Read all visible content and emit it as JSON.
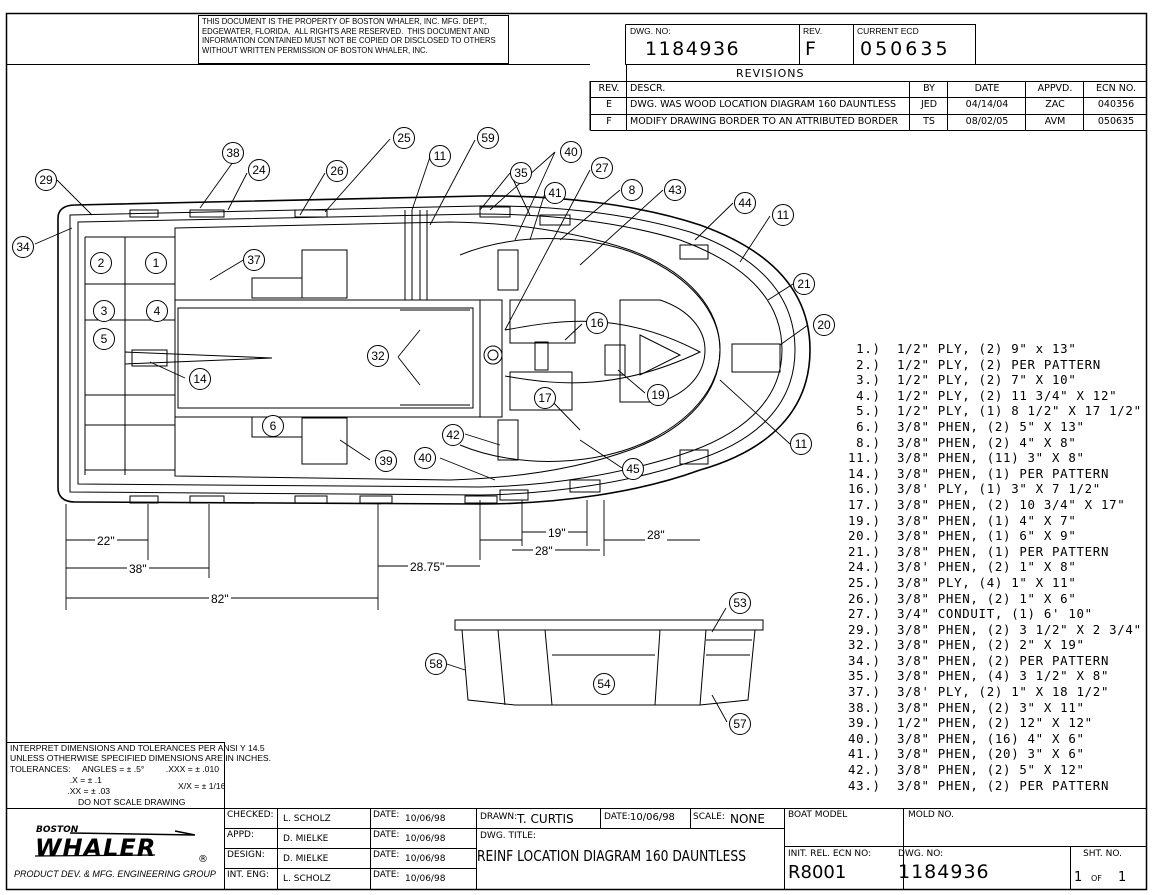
{
  "notice": "THIS DOCUMENT IS THE PROPERTY OF BOSTON WHALER, INC. MFG. DEPT.,\nEDGEWATER, FLORIDA.  ALL RIGHTS ARE RESERVED.  THIS DOCUMENT AND\nINFORMATION CONTAINED MUST NOT BE COPIED OR DISCLOSED TO OTHERS\nWITHOUT WRITTEN PERMISSION OF BOSTON WHALER, INC.",
  "header": {
    "dwg_no_label": "DWG. NO:",
    "dwg_no": "1184936",
    "rev_label": "REV.",
    "rev": "F",
    "ecd_label": "CURRENT ECD",
    "ecd": "050635"
  },
  "revisions": {
    "title": "REVISIONS",
    "columns": [
      "REV.",
      "DESCR.",
      "BY",
      "DATE",
      "APPVD.",
      "ECN NO."
    ],
    "rows": [
      [
        "E",
        "DWG. WAS WOOD LOCATION DIAGRAM 160 DAUNTLESS",
        "JED",
        "04/14/04",
        "ZAC",
        "040356"
      ],
      [
        "F",
        "MODIFY DRAWING BORDER TO AN ATTRIBUTED BORDER",
        "TS",
        "08/02/05",
        "AVM",
        "050635"
      ]
    ]
  },
  "callouts": [
    "38",
    "24",
    "26",
    "25",
    "11",
    "59",
    "40",
    "27",
    "8",
    "43",
    "29",
    "34",
    "35",
    "41",
    "44",
    "11",
    "21",
    "20",
    "2",
    "1",
    "37",
    "3",
    "4",
    "5",
    "16",
    "32",
    "14",
    "19",
    "17",
    "11",
    "6",
    "42",
    "39",
    "40",
    "45",
    "53",
    "58",
    "54",
    "57"
  ],
  "dimensions": [
    "22\"",
    "38\"",
    "82\"",
    "28.75\"",
    "19\"",
    "28\"",
    "28\""
  ],
  "parts": [
    "1.)  1/2\" PLY, (2) 9\" x 13\"",
    "2.)  1/2\" PLY, (2) PER PATTERN",
    "3.)  1/2\" PLY, (2) 7\" X 10\"",
    "4.)  1/2\" PLY, (2) 11 3/4\" X 12\"",
    "5.)  1/2\" PLY, (1) 8 1/2\" X 17 1/2\"",
    "6.)  3/8\" PHEN, (2) 5\" X 13\"",
    "8.)  3/8\" PHEN, (2) 4\" X 8\"",
    "11.)  3/8\" PHEN, (11) 3\" X 8\"",
    "14.)  3/8\" PHEN, (1) PER PATTERN",
    "16.)  3/8' PLY, (1) 3\" X 7 1/2\"",
    "17.)  3/8\" PHEN, (2) 10 3/4\" X 17\"",
    "19.)  3/8\" PHEN, (1) 4\" X 7\"",
    "20.)  3/8\" PHEN, (1) 6\" X 9\"",
    "21.)  3/8\" PHEN, (1) PER PATTERN",
    "24.)  3/8' PHEN, (2) 1\" X 8\"",
    "25.)  3/8\" PLY, (4) 1\" X 11\"",
    "26.)  3/8\" PHEN, (2) 1\" X 6\"",
    "27.)  3/4\" CONDUIT, (1) 6' 10\"",
    "29.)  3/8\" PHEN, (2) 3 1/2\" X 2 3/4\"",
    "32.)  3/8\" PHEN, (2) 2\" X 19\"",
    "34.)  3/8\" PHEN, (2) PER PATTERN",
    "35.)  3/8\" PHEN, (4) 3 1/2\" X 8\"",
    "37.)  3/8' PLY, (2) 1\" X 18 1/2\"",
    "38.)  3/8\" PHEN, (2) 3\" X 11\"",
    "39.)  1/2\" PHEN, (2) 12\" X 12\"",
    "40.)  3/8\" PHEN, (16) 4\" X 6\"",
    "41.)  3/8\" PHEN, (20) 3\" X 6\"",
    "42.)  3/8\" PHEN, (2) 5\" X 12\"",
    "43.)  3/8\" PHEN, (2) PER PATTERN"
  ],
  "tolerances": {
    "line1": "INTERPRET DIMENSIONS AND TOLERANCES PER ANSI Y 14.5",
    "line2": "UNLESS OTHERWISE SPECIFIED DIMENSIONS ARE IN INCHES.",
    "line3": "TOLERANCES:     ANGLES = ± .5°         .XXX = ± .010",
    "line4": "                         .X = ± .1",
    "line5": "                        .XX = ± .03",
    "frac": "X/X = ± 1/16",
    "line6": "DO NOT SCALE DRAWING"
  },
  "logo": {
    "top": "BOSTON",
    "main": "WHALER",
    "reg": "®",
    "tagline": "PRODUCT DEV. & MFG. ENGINEERING GROUP"
  },
  "titleblock": {
    "checked_label": "CHECKED:",
    "checked": "L. SCHOLZ",
    "appd_label": "APPD:",
    "appd": "D. MIELKE",
    "design_label": "DESIGN:",
    "design": "D. MIELKE",
    "eng_label": "INT. ENG:",
    "eng": "L. SCHOLZ",
    "date_label": "DATE:",
    "date": "10/06/98",
    "drawn_label": "DRAWN:",
    "drawn": "T. CURTIS",
    "drawn_date_label": "DATE:",
    "drawn_date": "10/06/98",
    "scale_label": "SCALE:",
    "scale": "NONE",
    "boat_model_label": "BOAT MODEL",
    "mold_no_label": "MOLD NO.",
    "title_label": "DWG. TITLE:",
    "title": "REINF LOCATION DIAGRAM 160 DAUNTLESS",
    "ecn_label": "INIT. REL. ECN NO:",
    "ecn": "R8001",
    "dwg_label": "DWG. NO:",
    "dwg": "1184936",
    "sht_label": "SHT. NO.",
    "sht": "1",
    "of": "OF",
    "total": "1"
  }
}
